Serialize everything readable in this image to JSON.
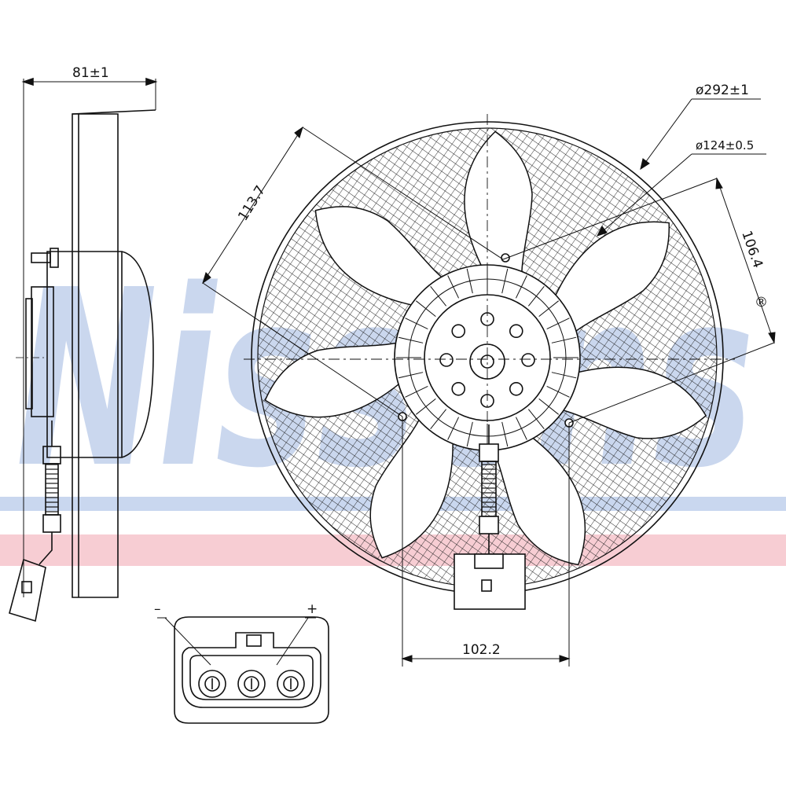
{
  "watermark": {
    "text": "Nissens",
    "registered_mark": "®",
    "colors": {
      "blue": "#b8c9e8",
      "red": "#f4c6cd",
      "stripe_blue": "#c9d7ef",
      "stripe_red": "#f7cdd3"
    }
  },
  "dimensions": {
    "depth": "81±1",
    "fan_diameter": "ø292±1",
    "hub_diameter": "ø124±0.5",
    "offset_a": "113.7",
    "offset_b": "106.4",
    "mount_spacing": "102.2"
  },
  "connector": {
    "minus_label": "–",
    "plus_label": "+"
  },
  "fan": {
    "blade_count": 7,
    "hub_holes": 8
  }
}
